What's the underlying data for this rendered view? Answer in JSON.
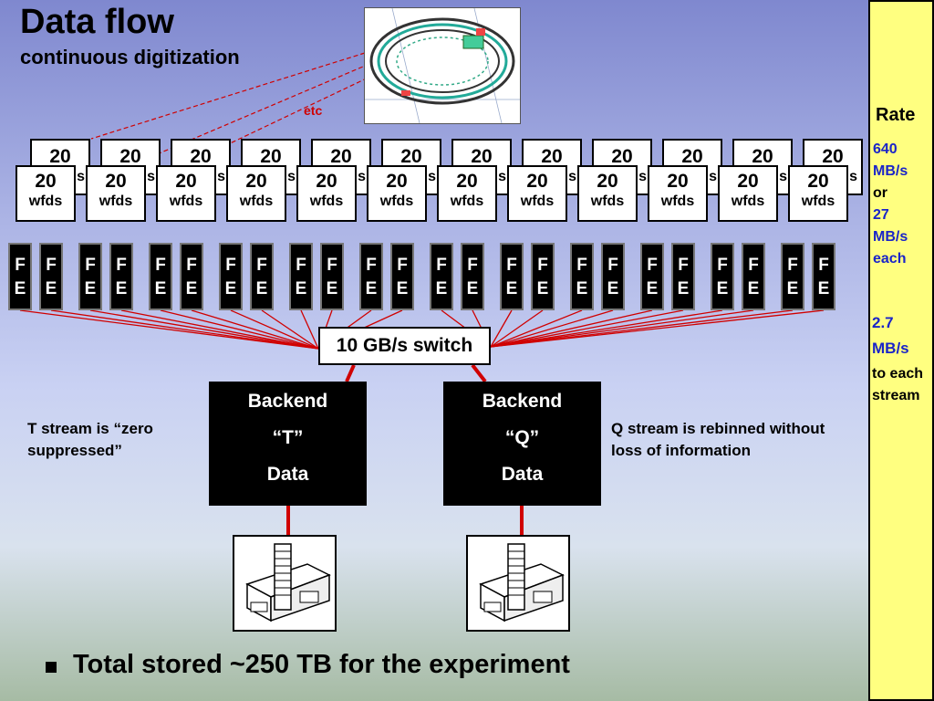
{
  "title": "Data flow",
  "subtitle": "continuous digitization",
  "etc_label": "etc",
  "wfd_units": {
    "number": "20",
    "label": "wfds",
    "back_partial_label": "s"
  },
  "fe_label": {
    "line1": "F",
    "line2": "E"
  },
  "switch_label": "10 GB/s switch",
  "backends": [
    {
      "line1": "Backend",
      "line2": "“T”",
      "line3": "Data"
    },
    {
      "line1": "Backend",
      "line2": "“Q”",
      "line3": "Data"
    }
  ],
  "notes": {
    "t_stream": "T stream is “zero suppressed”",
    "q_stream": "Q stream is rebinned without loss of information"
  },
  "bottom_bullet": "Total stored ~250 TB for the experiment",
  "rate_panel": {
    "heading": "Rate",
    "first": {
      "l1": "640",
      "l2": "MB/s",
      "l3": "or",
      "l4": "27",
      "l5": "MB/s",
      "l6": "each"
    },
    "second": {
      "l1": "2.7",
      "l2": "MB/s",
      "l3": "to each",
      "l4": "stream"
    }
  },
  "colors": {
    "link_red": "#d00000",
    "rate_blue": "#1a24c8",
    "rate_bg": "#ffff80"
  }
}
